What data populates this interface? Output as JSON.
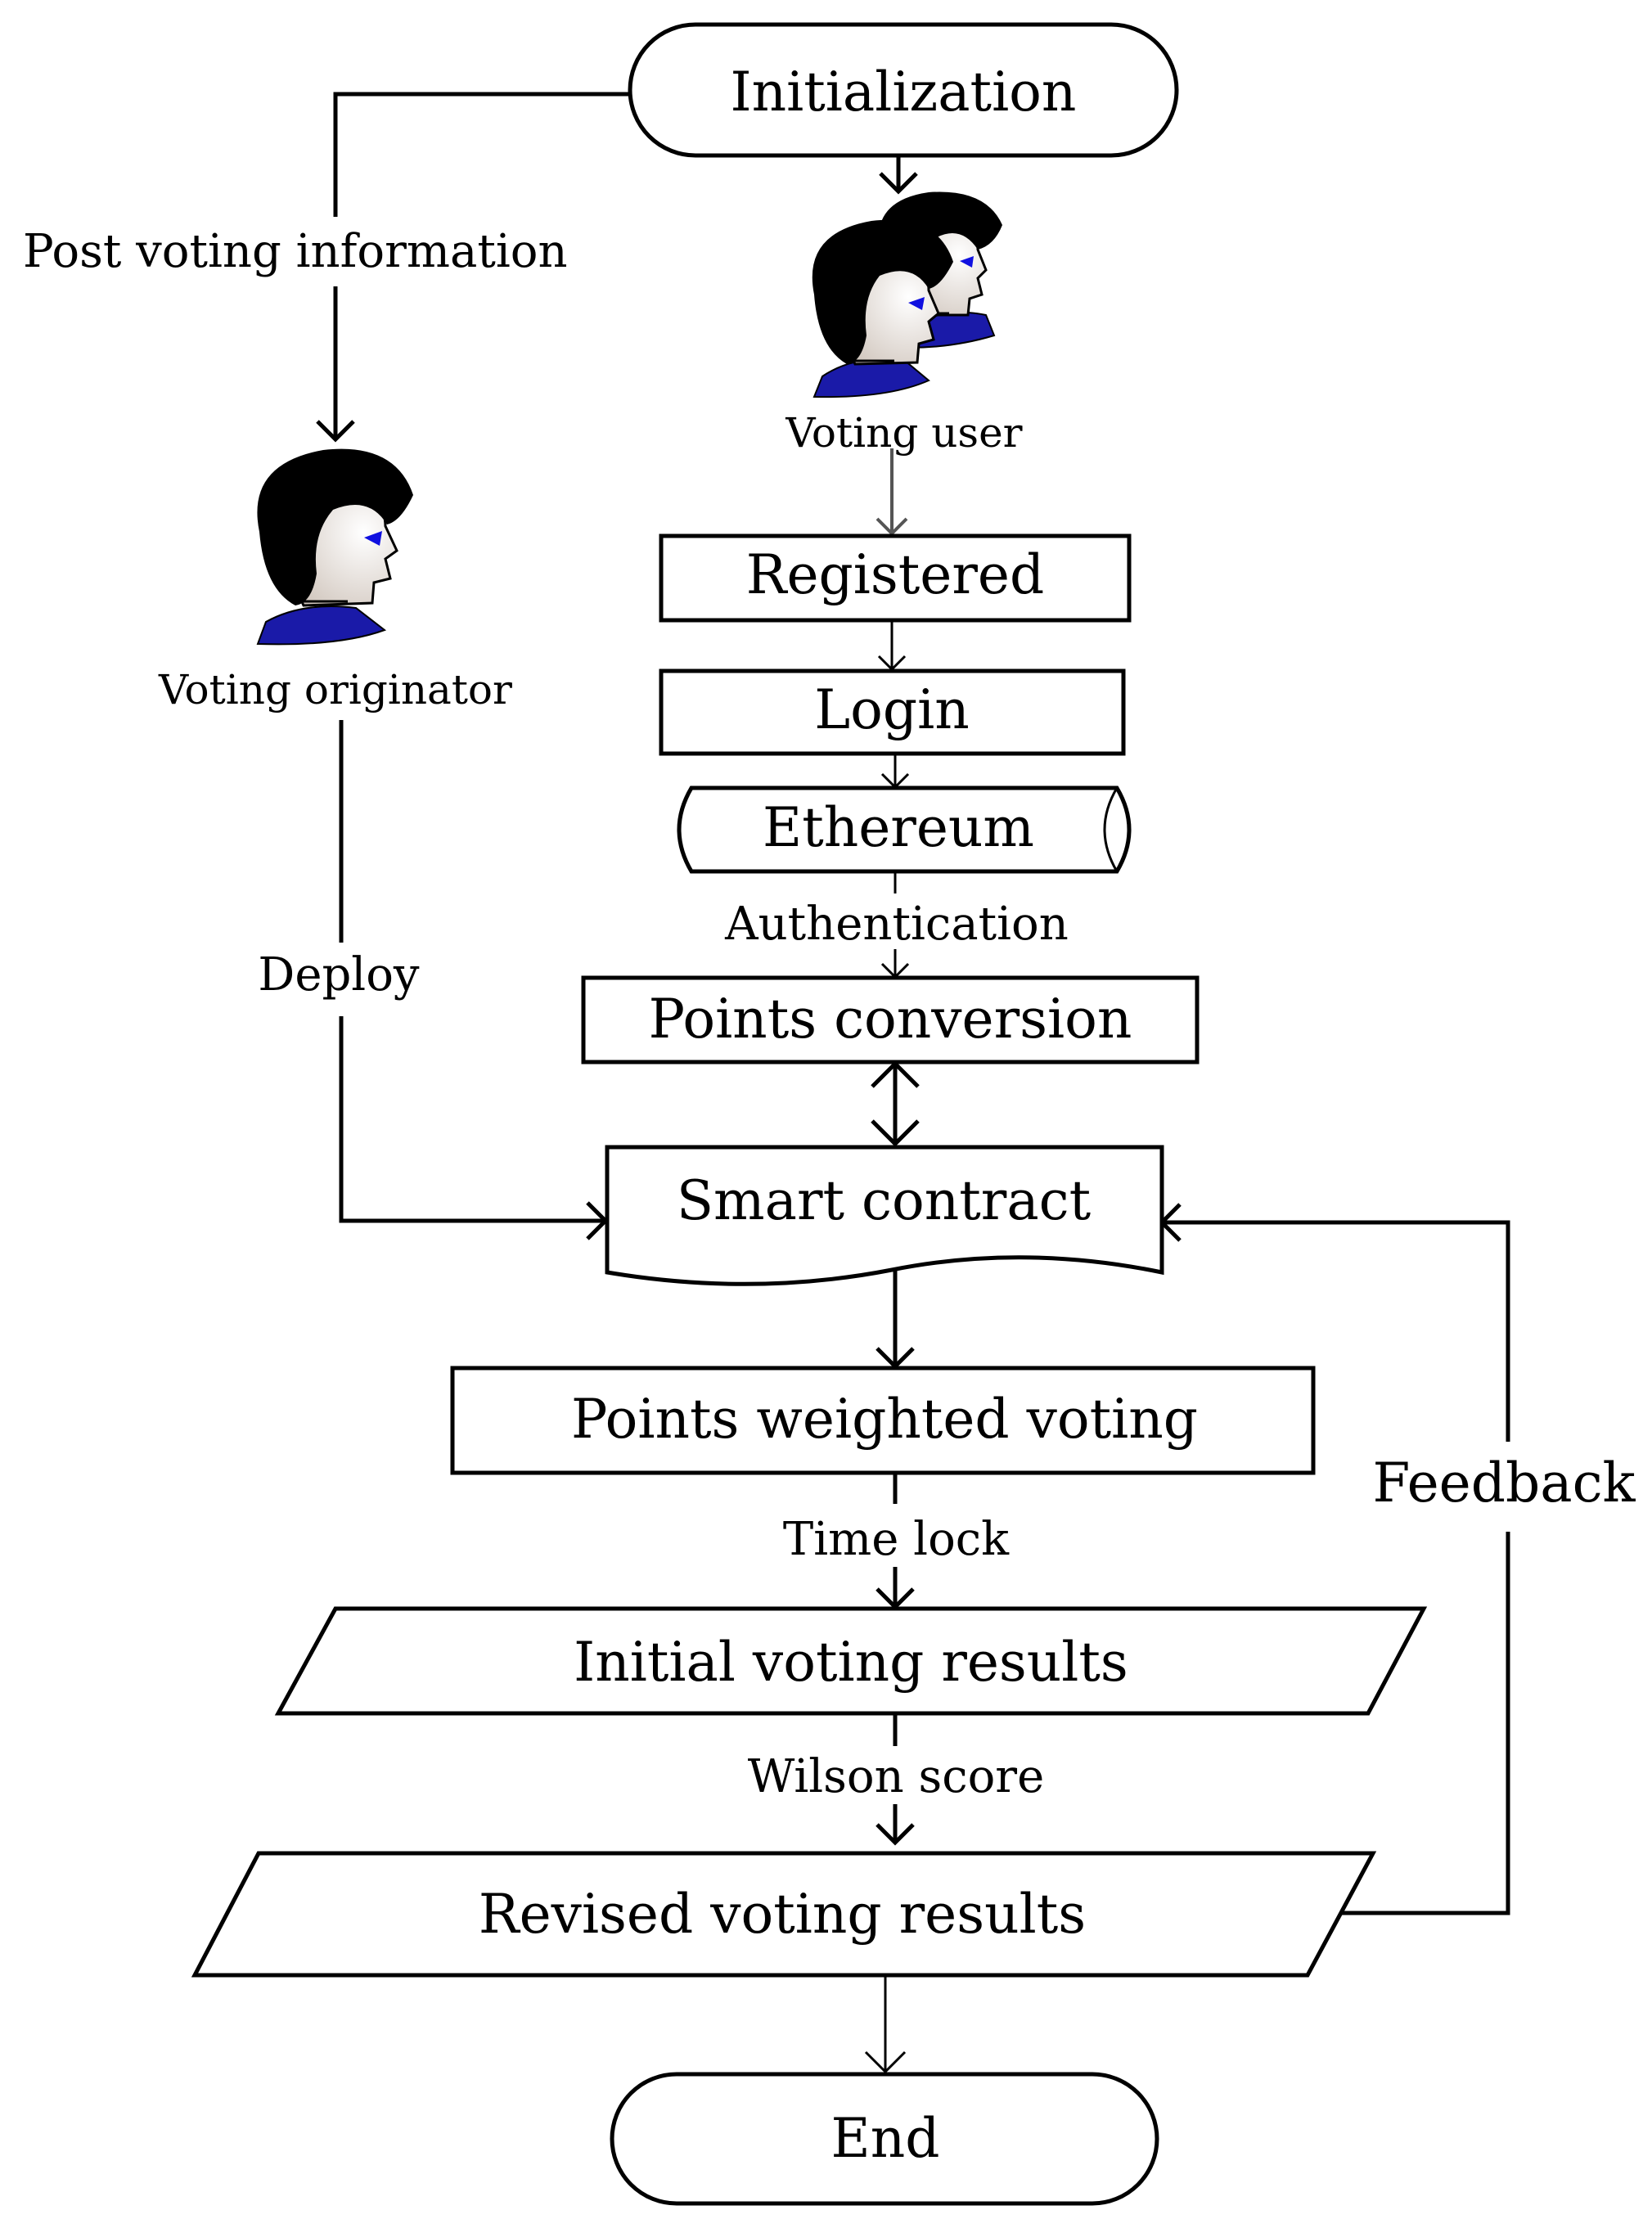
{
  "nodes": {
    "initialization": "Initialization",
    "voting_user": "Voting user",
    "voting_originator": "Voting originator",
    "registered": "Registered",
    "login": "Login",
    "ethereum": "Ethereum",
    "points_conversion": "Points conversion",
    "smart_contract": "Smart contract",
    "points_weighted_voting": "Points weighted voting",
    "initial_voting_results": "Initial voting results",
    "revised_voting_results": "Revised voting results",
    "end": "End"
  },
  "edge_labels": {
    "post_voting_information": "Post voting information",
    "deploy": "Deploy",
    "authentication": "Authentication",
    "time_lock": "Time lock",
    "wilson_score": "Wilson score",
    "feedback": "Feedback"
  },
  "icons": {
    "user": "person-head-icon",
    "user_group": "two-person-heads-icon"
  },
  "colors": {
    "hair": "#000000",
    "shirt": "#1a1aa8",
    "eye": "#1010e0",
    "skin": "#ffffff",
    "skin_shade": "#d8cfc8"
  }
}
